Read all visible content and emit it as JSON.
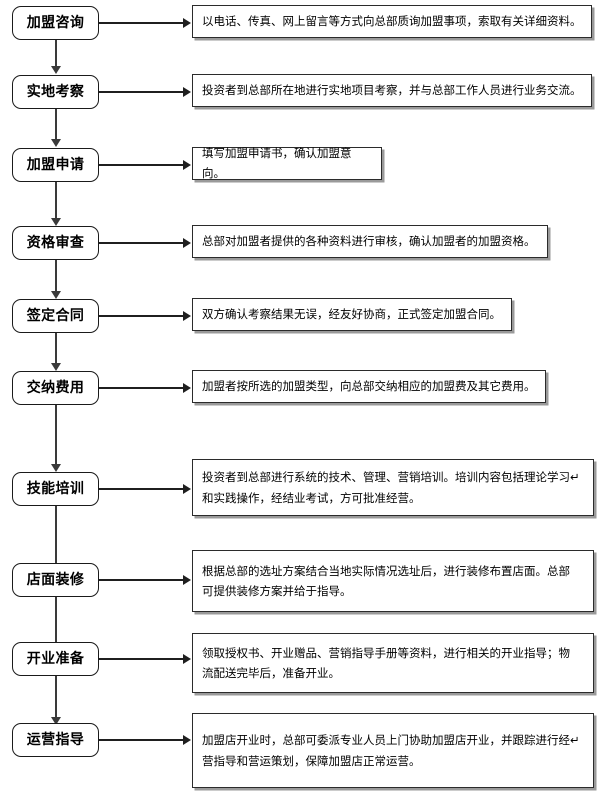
{
  "diagram": {
    "title": "加盟流程图",
    "orientation": "vertical-flow",
    "box_fill": "#ffffff",
    "box_stroke": "#1a1a1a",
    "shadow_color": "#9a9a9a",
    "connector_color": "#3a3a3a"
  },
  "steps": [
    {
      "id": "step-1",
      "label": "加盟咨询",
      "description": "以电话、传真、网上留言等方式向总部质询加盟事项，索取有关详细资料。",
      "lines": 1
    },
    {
      "id": "step-2",
      "label": "实地考察",
      "description": "投资者到总部所在地进行实地项目考察，并与总部工作人员进行业务交流。",
      "lines": 1
    },
    {
      "id": "step-3",
      "label": "加盟申请",
      "description": "填写加盟申请书，确认加盟意向。",
      "lines": 1
    },
    {
      "id": "step-4",
      "label": "资格审查",
      "description": "总部对加盟者提供的各种资料进行审核，确认加盟者的加盟资格。",
      "lines": 1
    },
    {
      "id": "step-5",
      "label": "签定合同",
      "description": "双方确认考察结果无误，经友好协商，正式签定加盟合同。",
      "lines": 1
    },
    {
      "id": "step-6",
      "label": "交纳费用",
      "description": "加盟者按所选的加盟类型，向总部交纳相应的加盟费及其它费用。",
      "lines": 1
    },
    {
      "id": "step-7",
      "label": "技能培训",
      "description": "投资者到总部进行系统的技术、管理、营销培训。培训内容包括理论学习↵\n和实践操作，经结业考试，方可批准经营。",
      "lines": 2
    },
    {
      "id": "step-8",
      "label": "店面装修",
      "description": "根据总部的选址方案结合当地实际情况选址后，进行装修布置店面。总部\n可提供装修方案并给于指导。",
      "lines": 2
    },
    {
      "id": "step-9",
      "label": "开业准备",
      "description": "领取授权书、开业赠品、营销指导手册等资料，进行相关的开业指导；物\n流配送完毕后，准备开业。",
      "lines": 2
    },
    {
      "id": "step-10",
      "label": "运营指导",
      "description": "加盟店开业时，总部可委派专业人员上门协助加盟店开业，并跟踪进行经↵\n营指导和营运策划，保障加盟店正常运营。",
      "lines": 2
    }
  ]
}
